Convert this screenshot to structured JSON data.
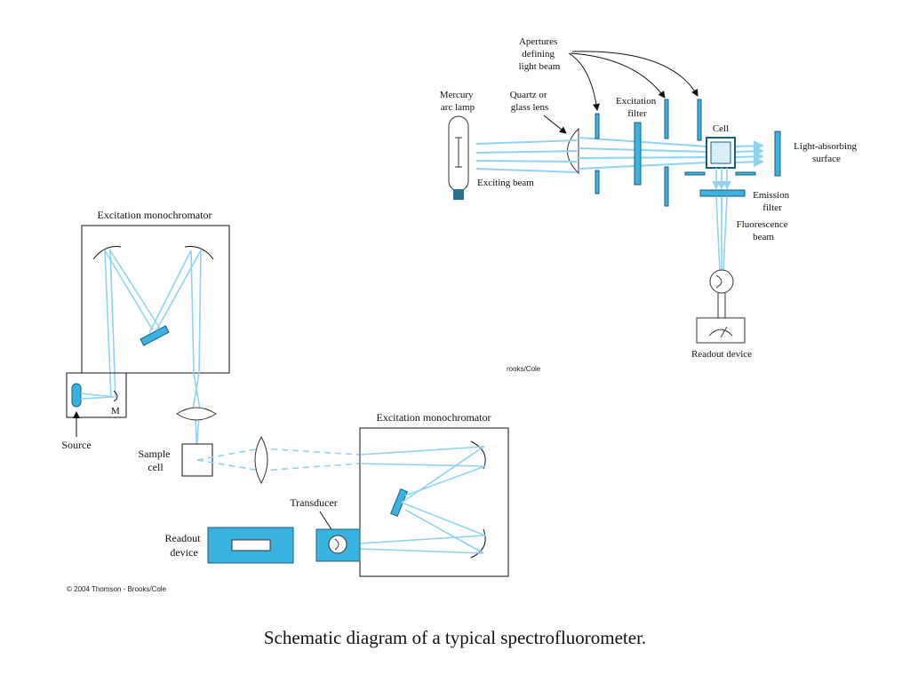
{
  "figure_a": {
    "apertures_label": [
      "Apertures",
      "defining",
      "light beam"
    ],
    "lamp_label": [
      "Mercury",
      "arc lamp"
    ],
    "lens_label": [
      "Quartz or",
      "glass lens"
    ],
    "excitation_filter_label": [
      "Excitation",
      "filter"
    ],
    "cell_label": "Cell",
    "absorbing_label": [
      "Light-absorbing",
      "surface"
    ],
    "exciting_beam_label": "Exciting beam",
    "emission_filter_label": [
      "Emission",
      "filter"
    ],
    "fluorescence_label": [
      "Fluorescence",
      "beam"
    ],
    "readout_label": "Readout device",
    "copyright_fragment": "rooks/Cole"
  },
  "figure_b": {
    "excitation_mono_label": "Excitation monochromator",
    "source_label": "Source",
    "mirror_label": "M",
    "sample_cell_label": [
      "Sample",
      "cell"
    ],
    "emission_mono_label": "Excitation monochromator",
    "transducer_label": "Transducer",
    "readout_label": [
      "Readout",
      "device"
    ],
    "copyright": "© 2004 Thomson - Brooks/Cole"
  },
  "caption": "Schematic diagram of a typical spectrofluorometer.",
  "colors": {
    "beam": "#8fd3ee",
    "optic": "#3bb3e0",
    "outline": "#111111"
  }
}
